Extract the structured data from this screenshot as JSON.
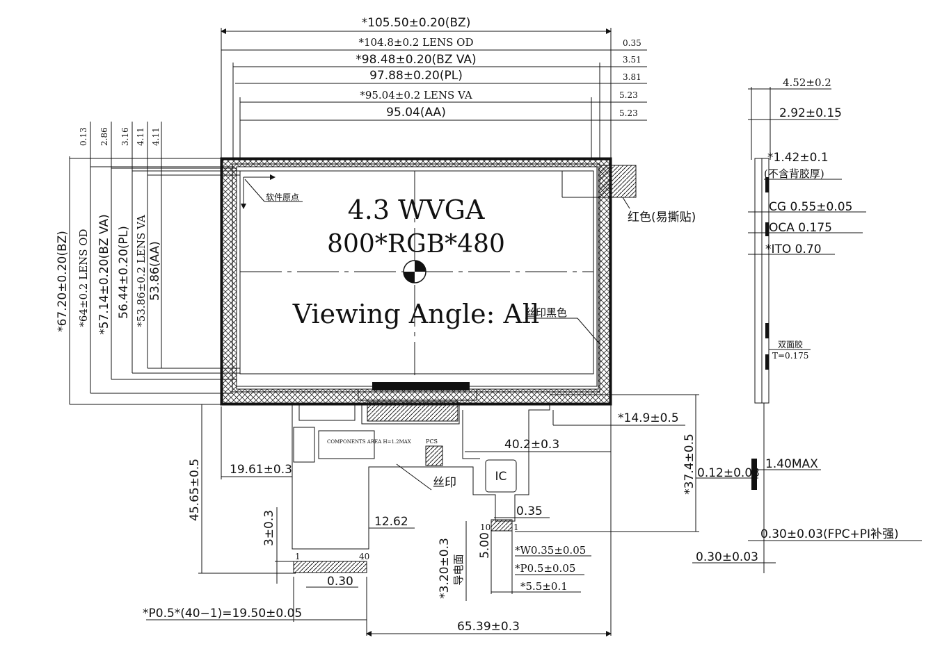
{
  "top_dimensions": {
    "bz_width": "*105.50±0.20(BZ)",
    "lens_od": "*104.8±0.2 LENS OD",
    "bz_va": "*98.48±0.20(BZ VA)",
    "pl": "97.88±0.20(PL)",
    "lens_va": "*95.04±0.2 LENS VA",
    "aa": "95.04(AA)"
  },
  "right_offsets": [
    "0.35",
    "3.51",
    "3.81",
    "5.23",
    "5.23"
  ],
  "left_offsets": [
    "0.13",
    "2.86",
    "3.16",
    "4.11",
    "4.11"
  ],
  "vertical_dimensions": {
    "bz_height": "*67.20±0.20(BZ)",
    "lens_od": "*64±0.2 LENS OD",
    "bz_va": "*57.14±0.20(BZ VA)",
    "pl": "56.44±0.20(PL)",
    "lens_va": "*53.86±0.2 LENS VA",
    "aa": "53.86(AA)"
  },
  "screen": {
    "line1": "4.3 WVGA",
    "line2": "800*RGB*480",
    "line3": "Viewing Angle: All",
    "origin_label": "软件原点",
    "silk_black_label": "丝印黑色",
    "red_tape_label": "红色(易撕贴)"
  },
  "fpc": {
    "dim_14_9": "*14.9±0.5",
    "dim_40_2": "40.2±0.3",
    "dim_37_4": "*37.4±0.5",
    "dim_19_61": "19.61±0.3",
    "dim_45_65": "45.65±0.5",
    "dim_12_62": "12.62",
    "dim_3": "3±0.3",
    "dim_0_30": "0.30",
    "dim_pitch_total": "*P0.5*(40−1)=19.50±0.05",
    "dim_65_39": "65.39±0.3",
    "dim_0_35": "0.35",
    "dim_3_20": "*3.20±0.3",
    "dim_5_00": "5.00",
    "dim_w": "*W0.35±0.05",
    "dim_p": "*P0.5±0.05",
    "dim_5_5": "*5.5±0.1",
    "ic_label": "IC",
    "silk_label": "丝印",
    "conductive_label": "导电面",
    "pin_1": "1",
    "pin_40": "40",
    "pin_10": "10",
    "pin_1b": "1",
    "components_label": "COMPONENTS AREA H=1.2MAX",
    "pcs_label": "PCS"
  },
  "side_view": {
    "thick_total": "4.52±0.2",
    "thick_2": "2.92±0.15",
    "thick_3": "*1.42±0.1",
    "no_backglue": "(不含背胶厚)",
    "cg": "CG 0.55±0.05",
    "oca": "OCA 0.175",
    "ito": "*ITO 0.70",
    "double_tape": "双面胶",
    "double_tape_t": "T=0.175",
    "fpc_max": "1.40MAX",
    "fpc_012": "0.12±0.03",
    "fpc_030_pi": "0.30±0.03(FPC+PI补强)",
    "fpc_030": "0.30±0.03"
  }
}
